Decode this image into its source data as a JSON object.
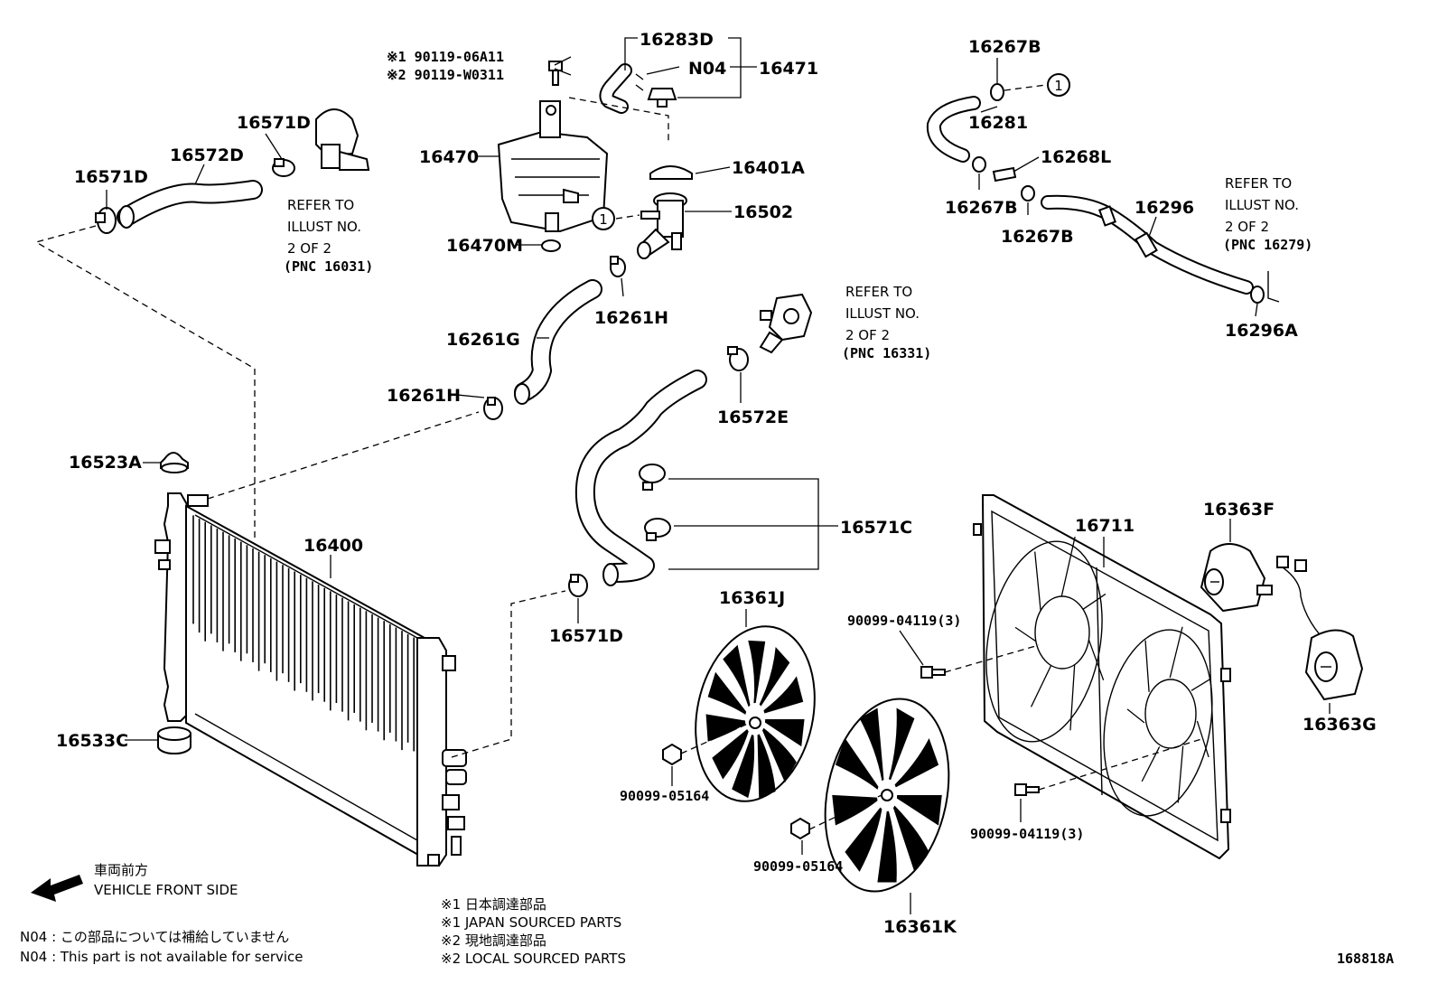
{
  "callouts": {
    "p16283D": "16283D",
    "p16471": "16471",
    "N04": "N04",
    "p16267B_a": "16267B",
    "p16281": "16281",
    "p16268L": "16268L",
    "p16267B_b": "16267B",
    "p16267B_c": "16267B",
    "p16296": "16296",
    "p16296A": "16296A",
    "p16571D_a": "16571D",
    "p16572D": "16572D",
    "p16571D_b": "16571D",
    "p16470": "16470",
    "p16401A": "16401A",
    "p16502": "16502",
    "p16470M": "16470M",
    "p16261H_a": "16261H",
    "p16261G": "16261G",
    "p16261H_b": "16261H",
    "p16572E": "16572E",
    "p16523A": "16523A",
    "p16400": "16400",
    "p16571C": "16571C",
    "p16571D_c": "16571D",
    "p16711": "16711",
    "p16363F": "16363F",
    "p16361J": "16361J",
    "p90099_04119_a": "90099-04119(3)",
    "p16363G": "16363G",
    "p16533C": "16533C",
    "p90099_05164_a": "90099-05164",
    "p90099_04119_b": "90099-04119(3)",
    "p90099_05164_b": "90099-05164",
    "p16361K": "16361K",
    "bolt1": "※1 90119-06A11",
    "bolt2": "※2 90119-W0311"
  },
  "circle_marker": "1",
  "refer_notes": {
    "r16031": [
      "REFER TO",
      "ILLUST NO.",
      "2 OF 2",
      "(PNC 16031)"
    ],
    "r16279": [
      "REFER TO",
      "ILLUST NO.",
      "2 OF 2",
      "(PNC 16279)"
    ],
    "r16331": [
      "REFER TO",
      "ILLUST NO.",
      "2 OF 2",
      "(PNC 16331)"
    ]
  },
  "front": {
    "jp": "車両前方",
    "en": "VEHICLE FRONT SIDE"
  },
  "legend": {
    "n04_jp": "N04 : この部品については補給していません",
    "n04_en": "N04 : This part is not available for service",
    "s1_jp": "※1  日本調達部品",
    "s1_en": "※1  JAPAN SOURCED PARTS",
    "s2_jp": "※2  現地調達部品",
    "s2_en": "※2  LOCAL SOURCED PARTS"
  },
  "illustration_id": "168818A"
}
